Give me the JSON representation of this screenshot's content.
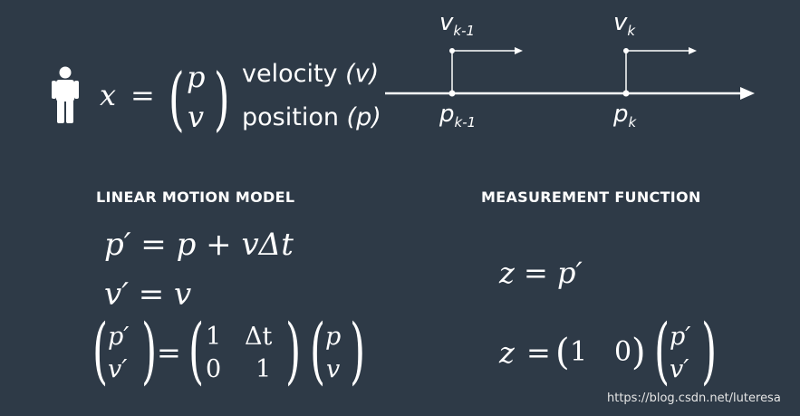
{
  "state": {
    "lhs": "x",
    "components": [
      "p",
      "v"
    ],
    "labels": [
      {
        "text": "velocity",
        "symbol": "(v)"
      },
      {
        "text": "position",
        "symbol": "(p)"
      }
    ]
  },
  "timeline": {
    "points": [
      {
        "velocity": "v",
        "velocity_sub": "k-1",
        "position": "p",
        "position_sub": "k-1"
      },
      {
        "velocity": "v",
        "velocity_sub": "k",
        "position": "p",
        "position_sub": "k"
      }
    ]
  },
  "motion_model": {
    "heading": "LINEAR MOTION MODEL",
    "eq1": {
      "lhs": "p′",
      "rhs": "= p + vΔt"
    },
    "eq2": {
      "lhs": "v′",
      "rhs": "= v"
    },
    "matrix_eq": {
      "lhs_vector": [
        "p′",
        "v′"
      ],
      "matrix": [
        [
          "1",
          "Δt"
        ],
        [
          "0",
          "1"
        ]
      ],
      "rhs_vector": [
        "p",
        "v"
      ]
    }
  },
  "measurement": {
    "heading": "MEASUREMENT FUNCTION",
    "eq1": {
      "lhs": "z",
      "rhs": "= p′"
    },
    "matrix_eq": {
      "lhs": "z",
      "row": [
        "1",
        "0"
      ],
      "vector": [
        "p′",
        "v′"
      ]
    }
  },
  "watermark": "https://blog.csdn.net/luteresa"
}
